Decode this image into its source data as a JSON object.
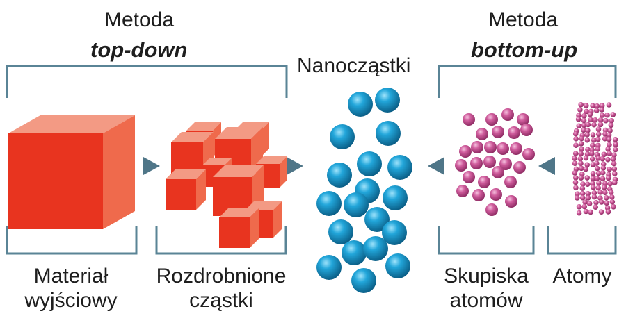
{
  "top_down": {
    "method": "Metoda",
    "name": "top-down"
  },
  "bottom_up": {
    "method": "Metoda",
    "name": "bottom-up"
  },
  "center_title": "Nanocząstki",
  "labels": {
    "source_material": [
      "Materiał",
      "wyjściowy"
    ],
    "fragmented_particles": [
      "Rozdrobnione",
      "cząstki"
    ],
    "atom_clusters": [
      "Skupiska",
      "atomów"
    ],
    "atoms": "Atomy"
  },
  "colors": {
    "bracket": "#5a8496",
    "arrow": "#4f7688",
    "cube_front": "#e8341f",
    "cube_top": "#f39a84",
    "cube_side": "#ef6a4c",
    "nanoparticle": "#1a90c4",
    "atom": "#c2508d"
  }
}
